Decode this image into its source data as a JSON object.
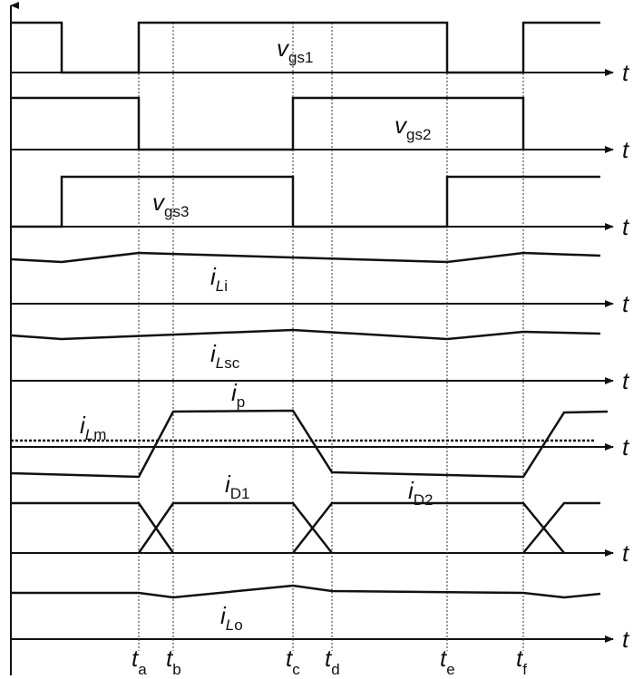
{
  "axis_label": "t",
  "time_markers": [
    {
      "main": "t",
      "sub": "a"
    },
    {
      "main": "t",
      "sub": "b"
    },
    {
      "main": "t",
      "sub": "c"
    },
    {
      "main": "t",
      "sub": "d"
    },
    {
      "main": "t",
      "sub": "e"
    },
    {
      "main": "t",
      "sub": "f"
    }
  ],
  "signals": {
    "vgs1": {
      "main": "v",
      "sub": "gs1"
    },
    "vgs2": {
      "main": "v",
      "sub": "gs2"
    },
    "vgs3": {
      "main": "v",
      "sub": "gs3"
    },
    "iLi": {
      "main": "i",
      "sub_italic": "L",
      "sub": "i"
    },
    "iLsc": {
      "main": "i",
      "sub_italic": "L",
      "sub": "sc"
    },
    "ip": {
      "main": "i",
      "sub": "p"
    },
    "iLm": {
      "main": "i",
      "sub_italic": "L",
      "sub": "m"
    },
    "iD1": {
      "main": "i",
      "sub": "D1"
    },
    "iD2": {
      "main": "i",
      "sub": "D2"
    },
    "iLo": {
      "main": "i",
      "sub_italic": "L",
      "sub": "o"
    }
  }
}
